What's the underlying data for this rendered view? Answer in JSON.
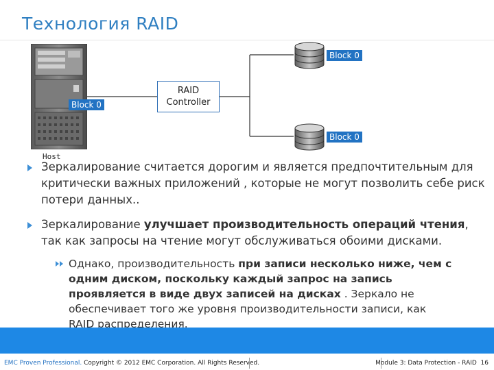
{
  "slide": {
    "title": "Технология  RAID"
  },
  "diagram": {
    "host_label": "Host",
    "host_block_label": "Block 0",
    "controller_label": "RAID\nController",
    "disk_top_label": "Block 0",
    "disk_bottom_label": "Block 0"
  },
  "bullets": [
    {
      "parts": [
        {
          "t": "Зеркалирование считается дорогим и является предпочтительным для критически важных приложений , которые не могут позволить себе риск потери данных..",
          "b": false
        }
      ]
    },
    {
      "parts": [
        {
          "t": "Зеркалирование ",
          "b": false
        },
        {
          "t": "улучшает производительность операций чтения",
          "b": true
        },
        {
          "t": ", так как запросы на чтение могут обслуживаться обоими дисками.",
          "b": false
        }
      ]
    }
  ],
  "sub_bullets": [
    {
      "parts": [
        {
          "t": "Однако, производительность ",
          "b": false
        },
        {
          "t": "при записи несколько ниже, чем с одним диском, поскольку каждый запрос на запись проявляется в виде двух записей на дисках",
          "b": true
        },
        {
          "t": " . Зеркало не обеспечивает того же уровня производительности записи, как RAID распределения.",
          "b": false
        }
      ]
    }
  ],
  "footer": {
    "brand": "EMC Proven Professional.",
    "copyright": " Copyright © 2012 EMC Corporation. All Rights Reserved.",
    "module": "Module 3: Data Protection - RAID",
    "page": "16"
  },
  "colors": {
    "title": "#2f7fc1",
    "accent": "#2273c3",
    "footer_band": "#1e88e5",
    "bullet_arrow": "#3d8fd6"
  },
  "icons": {
    "server": "server-tower-icon",
    "disk": "disk-stack-icon",
    "bullet": "triangle-bullet-icon",
    "sub_bullet": "double-chevron-bullet-icon"
  }
}
